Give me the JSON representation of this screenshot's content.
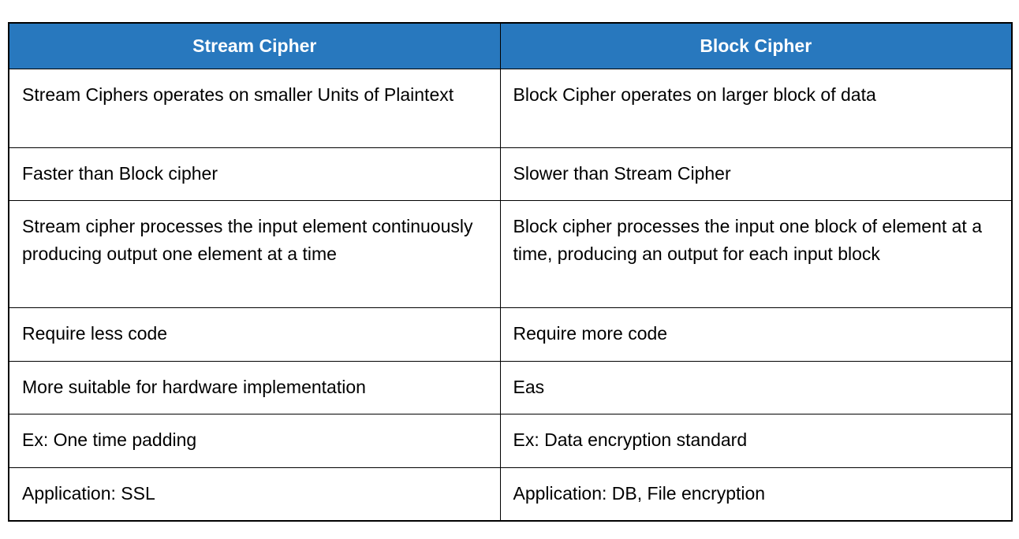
{
  "colors": {
    "header_bg": "#2878BE",
    "header_text": "#FFFFFF",
    "border": "#000000",
    "body_text": "#000000",
    "page_bg": "#FFFFFF"
  },
  "table": {
    "headers": [
      "Stream Cipher",
      "Block Cipher"
    ],
    "rows": [
      [
        "Stream Ciphers operates on smaller Units of Plaintext",
        "Block Cipher operates on larger block of data"
      ],
      [
        "Faster than Block cipher",
        "Slower than Stream Cipher"
      ],
      [
        "Stream cipher processes the input element continuously producing output one element at a time",
        "Block cipher processes the input one block of element at a time, producing an output for each input block"
      ],
      [
        "Require less code",
        "Require more code"
      ],
      [
        "More suitable for hardware implementation",
        "Eas"
      ],
      [
        "Ex: One time padding",
        "Ex: Data encryption standard"
      ],
      [
        "Application: SSL",
        "Application: DB, File encryption"
      ]
    ]
  }
}
